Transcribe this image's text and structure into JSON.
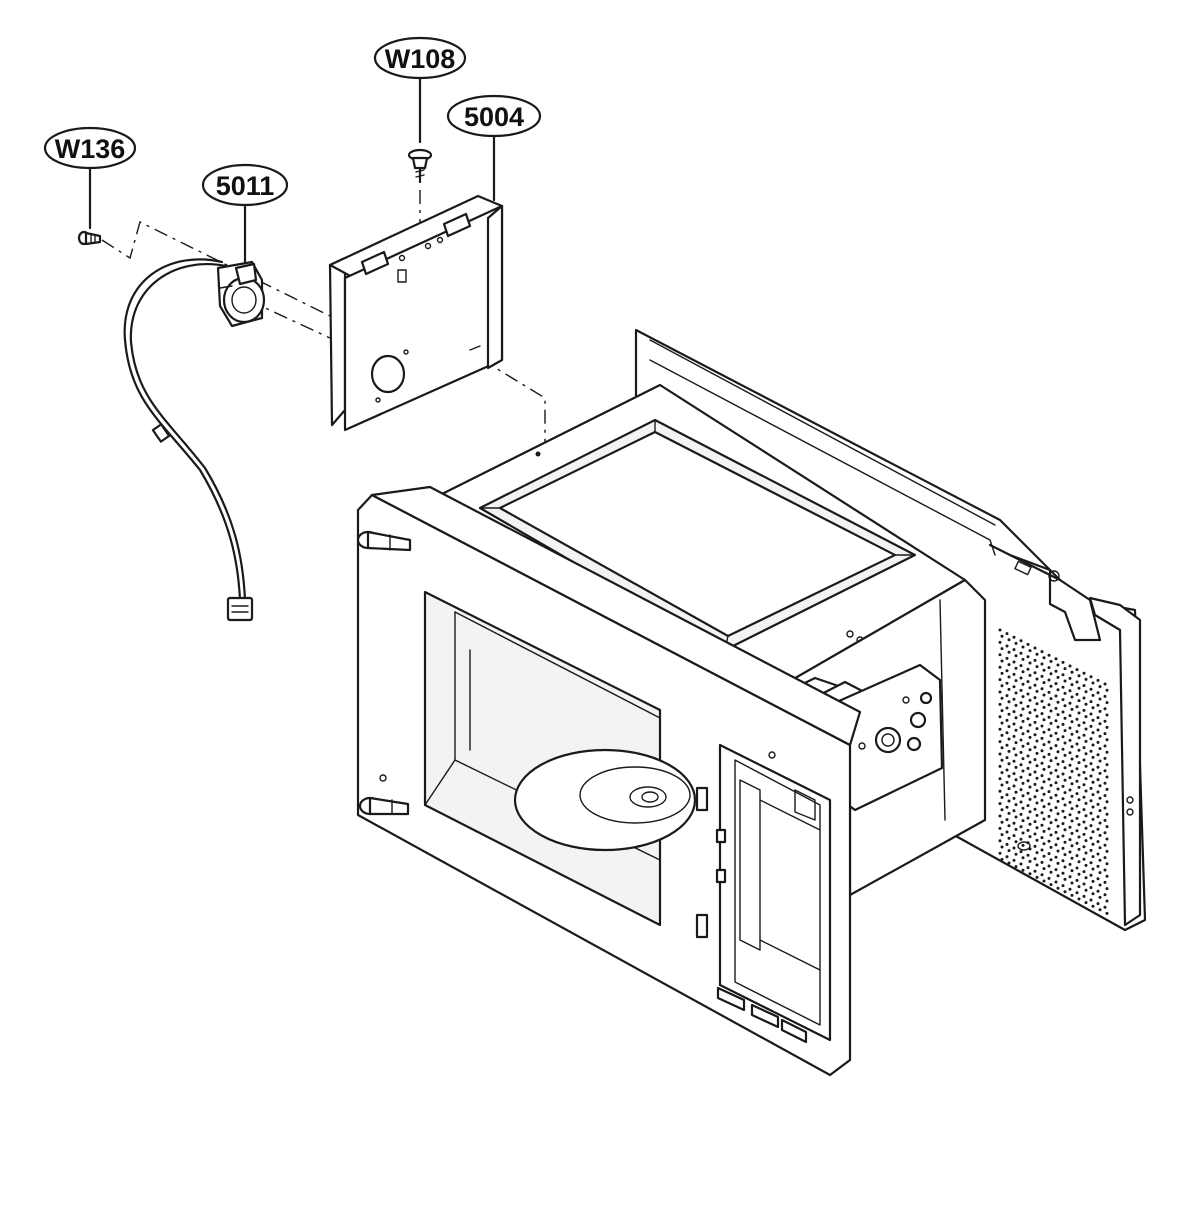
{
  "diagram": {
    "callouts": [
      {
        "id": "w108",
        "label": "W108"
      },
      {
        "id": "p5004",
        "label": "5004"
      },
      {
        "id": "w136",
        "label": "W136"
      },
      {
        "id": "p5011",
        "label": "5011"
      }
    ],
    "colors": {
      "line": "#1a1a1a",
      "paper": "#ffffff",
      "shade": "#f3f3f3"
    }
  }
}
